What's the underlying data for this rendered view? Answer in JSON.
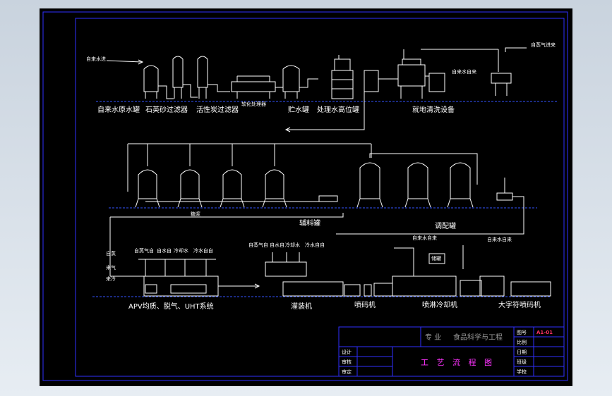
{
  "labels": {
    "raw_water": "自来水进",
    "tap_water_tank": "自来水原水罐",
    "quartz_filter": "石英砂过滤器",
    "carbon_filter": "活性炭过滤器",
    "softener": "软化处理器",
    "storage_tank": "贮水罐",
    "treated_water_tank": "处理水高位罐",
    "cip": "就地清洗设备",
    "steam_in_top": "自蒸气进来",
    "tap_water_in_cip": "自来水自来",
    "sugar_label": "糖浆",
    "aux_tank": "辅料罐",
    "mixing_tank": "调配罐",
    "tap_water_in_mid": "自来水自来",
    "tap_water_in_right": "自来水自来",
    "side_label_1": "自蒸",
    "side_label_2": "来气",
    "side_label_3": "来冷",
    "util_a1": "自蒸气自",
    "util_a2": "自水自",
    "util_a3": "冷却水",
    "util_a4": "冷水自自",
    "util_b1": "自蒸气自",
    "util_b2": "自水自",
    "util_b3": "冷却水",
    "util_b4": "冷水自自",
    "tank_small": "储罐",
    "apv_system": "APV均质、脱气、UHT系统",
    "filler": "灌装机",
    "coder": "喷码机",
    "spray_cooler": "喷淋冷却机",
    "big_coder": "大字符喷码机"
  },
  "title_block": {
    "major_label": "专 业",
    "major_value": "食品科学与工程",
    "design": "设计",
    "check": "审核",
    "approve": "审定",
    "drawing_title": "工 艺 流 程 图",
    "fig_no_label": "图号",
    "fig_no_value": "A1-01",
    "scale_label": "比例",
    "date_label": "日期",
    "class_label": "班级",
    "school_label": "学校"
  },
  "colors": {
    "background": "#000000",
    "line": "#ffffff",
    "frame": "#2f2fff",
    "title_text": "#ff33ff",
    "drawing_no": "#ff3366"
  }
}
